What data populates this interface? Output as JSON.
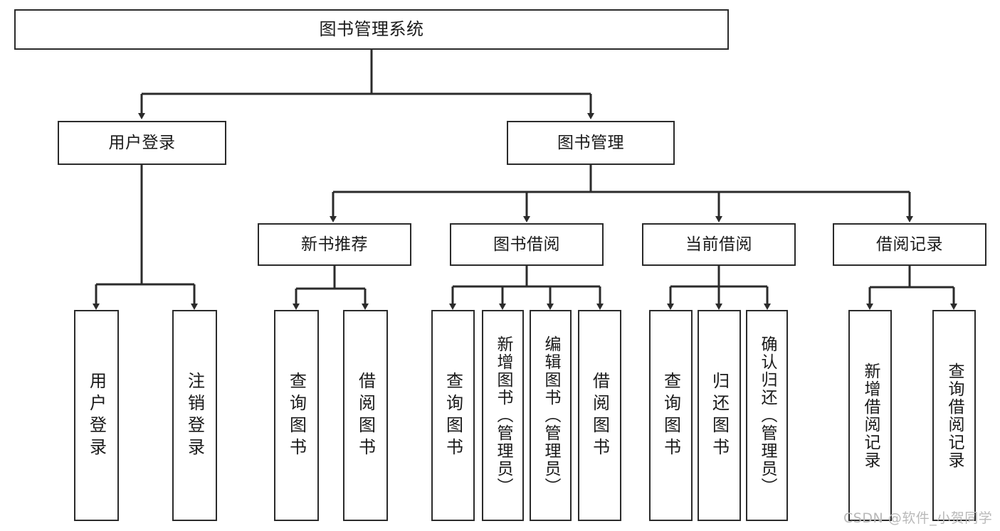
{
  "diagram": {
    "title": "图书管理系统",
    "type": "tree-hierarchy-diagram",
    "root": {
      "id": "root",
      "label": "图书管理系统"
    },
    "level2": [
      {
        "id": "user-login",
        "label": "用户登录"
      },
      {
        "id": "book-manage",
        "label": "图书管理"
      }
    ],
    "level3": [
      {
        "id": "new-book-rec",
        "label": "新书推荐"
      },
      {
        "id": "book-borrow",
        "label": "图书借阅"
      },
      {
        "id": "current-borrow",
        "label": "当前借阅"
      },
      {
        "id": "borrow-record",
        "label": "借阅记录"
      }
    ],
    "leaves": [
      {
        "id": "leaf-user-login",
        "label": "用户登录",
        "parent": "user-login"
      },
      {
        "id": "leaf-user-logout",
        "label": "注销登录",
        "parent": "user-login"
      },
      {
        "id": "leaf-query-book-1",
        "label": "查询图书",
        "parent": "new-book-rec"
      },
      {
        "id": "leaf-borrow-book-1",
        "label": "借阅图书",
        "parent": "new-book-rec"
      },
      {
        "id": "leaf-query-book-2",
        "label": "查询图书",
        "parent": "book-borrow"
      },
      {
        "id": "leaf-add-book",
        "label": "新增图书（管理员）",
        "parent": "book-borrow"
      },
      {
        "id": "leaf-edit-book",
        "label": "编辑图书（管理员）",
        "parent": "book-borrow"
      },
      {
        "id": "leaf-borrow-book-2",
        "label": "借阅图书",
        "parent": "book-borrow"
      },
      {
        "id": "leaf-query-book-3",
        "label": "查询图书",
        "parent": "current-borrow"
      },
      {
        "id": "leaf-return-book",
        "label": "归还图书",
        "parent": "current-borrow"
      },
      {
        "id": "leaf-confirm-return",
        "label": "确认归还（管理员）",
        "parent": "current-borrow"
      },
      {
        "id": "leaf-add-record",
        "label": "新增借阅记录",
        "parent": "borrow-record"
      },
      {
        "id": "leaf-query-record",
        "label": "查询借阅记录",
        "parent": "borrow-record"
      }
    ]
  },
  "watermark": {
    "text": "CSDN @软件_小贺同学"
  },
  "colors": {
    "border": "#2b2b2b",
    "background": "#ffffff",
    "text": "#1a1a1a",
    "watermark": "#b9b9b9"
  }
}
